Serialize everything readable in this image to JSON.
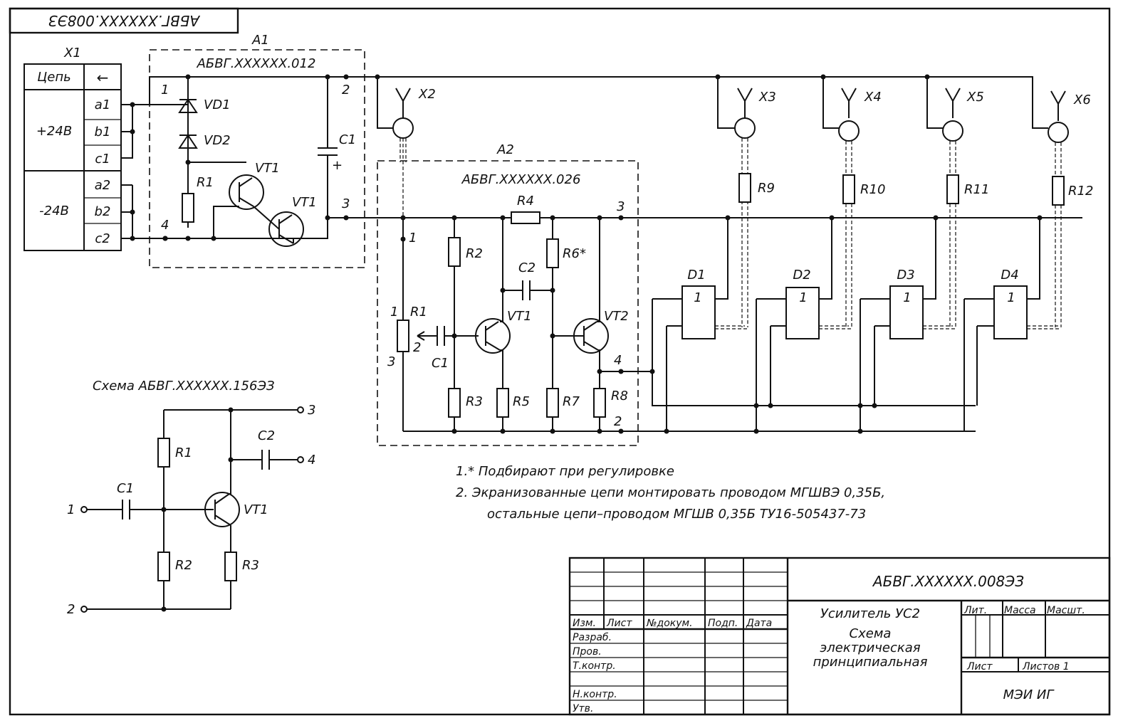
{
  "corner_code": "АБВГ.XXXXXX.008ЭЗ",
  "connector": {
    "ref": "X1",
    "header_circuit": "Цепь",
    "header_arrow": "←",
    "group_pos": "+24В",
    "group_neg": "-24В",
    "pins": [
      "a1",
      "b1",
      "c1",
      "a2",
      "b2",
      "c2"
    ]
  },
  "a1": {
    "ref": "A1",
    "code": "АБВГ.XXXXXX.012",
    "vd1": "VD1",
    "vd2": "VD2",
    "r1": "R1",
    "vt1a": "VT1",
    "vt1b": "VT1",
    "c1": "C1",
    "plus": "+",
    "n1": "1",
    "n2": "2",
    "n3": "3",
    "n4": "4"
  },
  "a2": {
    "ref": "A2",
    "code": "АБВГ.XXXXXX.026",
    "r1": "R1",
    "r2": "R2",
    "r3": "R3",
    "r4": "R4",
    "r5": "R5",
    "r6": "R6*",
    "r7": "R7",
    "r8": "R8",
    "c1": "C1",
    "c2": "C2",
    "vt1": "VT1",
    "vt2": "VT2",
    "n1": "1",
    "n2": "2",
    "n3": "3",
    "n4": "4",
    "p1": "1",
    "p2": "2",
    "p3": "3"
  },
  "antennas": [
    "X2",
    "X3",
    "X4",
    "X5",
    "X6"
  ],
  "resistors": [
    "R9",
    "R10",
    "R11",
    "R12"
  ],
  "chips": [
    {
      "ref": "D1",
      "label": "1"
    },
    {
      "ref": "D2",
      "label": "1"
    },
    {
      "ref": "D3",
      "label": "1"
    },
    {
      "ref": "D4",
      "label": "1"
    }
  ],
  "subcircuit": {
    "title": "Схема АБВГ.XXXXXX.156ЭЗ",
    "r1": "R1",
    "r2": "R2",
    "r3": "R3",
    "c1": "C1",
    "c2": "C2",
    "vt1": "VT1",
    "n1": "1",
    "n2": "2",
    "n3": "3",
    "n4": "4"
  },
  "notes": [
    "1.* Подбирают при регулировке",
    "2. Экранизованные цепи монтировать проводом МГШВЭ 0,35Б,",
    "остальные цепи–проводом МГШВ 0,35Б ТУ16-505437-73"
  ],
  "title_block": {
    "code": "АБВГ.XXXXXX.008ЭЗ",
    "col_headers": [
      "Изм.",
      "Лист",
      "№докум.",
      "Подп.",
      "Дата"
    ],
    "roles": [
      "Разраб.",
      "Пров.",
      "Т.контр.",
      "Н.контр.",
      "Утв."
    ],
    "name_line1": "Усилитель УС2",
    "name_line2": "Схема",
    "name_line3": "электрическая",
    "name_line4": "принципиальная",
    "lit": "Лит.",
    "mass": "Масса",
    "scale": "Масшт.",
    "sheet": "Лист",
    "sheets": "Листов 1",
    "org": "МЭИ ИГ"
  }
}
